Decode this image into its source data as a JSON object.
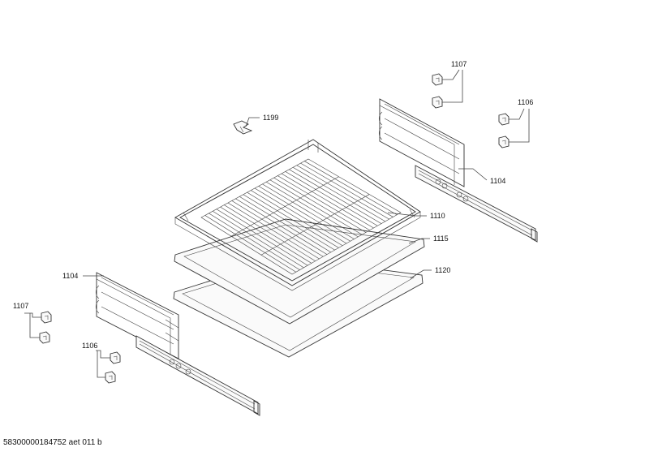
{
  "labels": {
    "l1107_top": "1107",
    "l1106_top": "1106",
    "l1199": "1199",
    "l1104_right": "1104",
    "l1110": "1110",
    "l1115": "1115",
    "l1120": "1120",
    "l1104_left": "1104",
    "l1107_left": "1107",
    "l1106_left": "1106"
  },
  "footer": "58300000184752 aet 011 b"
}
